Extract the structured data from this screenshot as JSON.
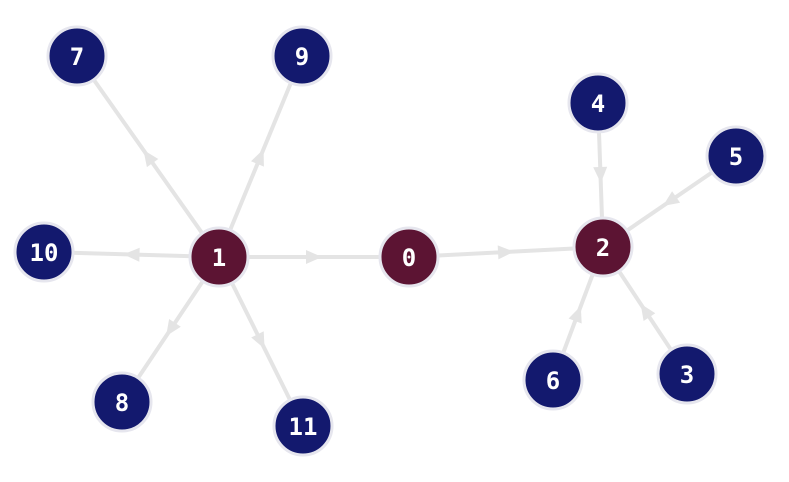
{
  "graph": {
    "colors": {
      "edge": "#e4e4e4",
      "node_ring": "#e6e6ee",
      "hub_fill": "#5c1433",
      "leaf_fill": "#13196e",
      "label": "#ffffff"
    },
    "nodes": [
      {
        "id": "0",
        "kind": "hub"
      },
      {
        "id": "1",
        "kind": "hub"
      },
      {
        "id": "2",
        "kind": "hub"
      },
      {
        "id": "3",
        "kind": "leaf"
      },
      {
        "id": "4",
        "kind": "leaf"
      },
      {
        "id": "5",
        "kind": "leaf"
      },
      {
        "id": "6",
        "kind": "leaf"
      },
      {
        "id": "7",
        "kind": "leaf"
      },
      {
        "id": "8",
        "kind": "leaf"
      },
      {
        "id": "9",
        "kind": "leaf"
      },
      {
        "id": "10",
        "kind": "leaf"
      },
      {
        "id": "11",
        "kind": "leaf"
      }
    ],
    "edges": [
      {
        "from": "1",
        "to": "0"
      },
      {
        "from": "0",
        "to": "2"
      },
      {
        "from": "1",
        "to": "7"
      },
      {
        "from": "1",
        "to": "9"
      },
      {
        "from": "1",
        "to": "10"
      },
      {
        "from": "1",
        "to": "8"
      },
      {
        "from": "1",
        "to": "11"
      },
      {
        "from": "4",
        "to": "2"
      },
      {
        "from": "5",
        "to": "2"
      },
      {
        "from": "6",
        "to": "2"
      },
      {
        "from": "3",
        "to": "2"
      }
    ]
  }
}
